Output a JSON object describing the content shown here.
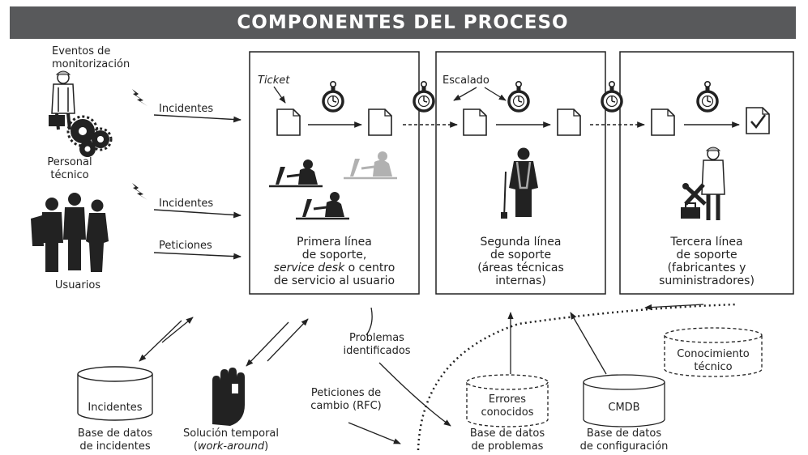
{
  "title": "COMPONENTES DEL PROCESO",
  "sources": {
    "events_line1": "Eventos de",
    "events_line2": "monitorización",
    "personal_line1": "Personal",
    "personal_line2": "técnico",
    "users": "Usuarios"
  },
  "arrows": {
    "incidents_1": "Incidentes",
    "incidents_2": "Incidentes",
    "requests": "Peticiones"
  },
  "lines": {
    "first": {
      "ticket": "Ticket",
      "l1": "Primera línea",
      "l2": "de soporte,",
      "l3_italic": "service desk",
      "l3_rest": " o centro",
      "l4": "de servicio al usuario"
    },
    "second": {
      "escalado": "Escalado",
      "l1": "Segunda línea",
      "l2": "de soporte",
      "l3": "(áreas técnicas",
      "l4": "internas)"
    },
    "third": {
      "l1": "Tercera línea",
      "l2": "de soporte",
      "l3": "(fabricantes y",
      "l4": "suministradores)"
    }
  },
  "flows": {
    "problems_l1": "Problemas",
    "problems_l2": "identificados",
    "rfc_l1": "Peticiones de",
    "rfc_l2": "cambio (RFC)"
  },
  "databases": {
    "incidents": {
      "drum": "Incidentes",
      "caption_l1": "Base de datos",
      "caption_l2": "de incidentes"
    },
    "workaround": {
      "caption_l1": "Solución temporal",
      "caption_l2_open": "(",
      "caption_l2_italic": "work-around",
      "caption_l2_close": ")"
    },
    "known_errors": {
      "drum_l1": "Errores",
      "drum_l2": "conocidos",
      "caption_l1": "Base de datos",
      "caption_l2": "de problemas"
    },
    "cmdb": {
      "drum": "CMDB",
      "caption_l1": "Base de datos",
      "caption_l2": "de configuración"
    },
    "knowledge": {
      "drum_l1": "Conocimiento",
      "drum_l2": "técnico"
    }
  },
  "colors": {
    "banner": "#58595b",
    "banner_text": "#ffffff",
    "ink": "#222222",
    "faded_figure": "#b8b8b8"
  },
  "icons": [
    "lightning-icon",
    "stopwatch-icon",
    "document-icon",
    "checked-document-icon",
    "computer-user-icon",
    "technician-icon",
    "gears-icon",
    "users-group-icon",
    "stop-hand-icon",
    "tools-icon",
    "toolbox-icon",
    "database-icon"
  ]
}
